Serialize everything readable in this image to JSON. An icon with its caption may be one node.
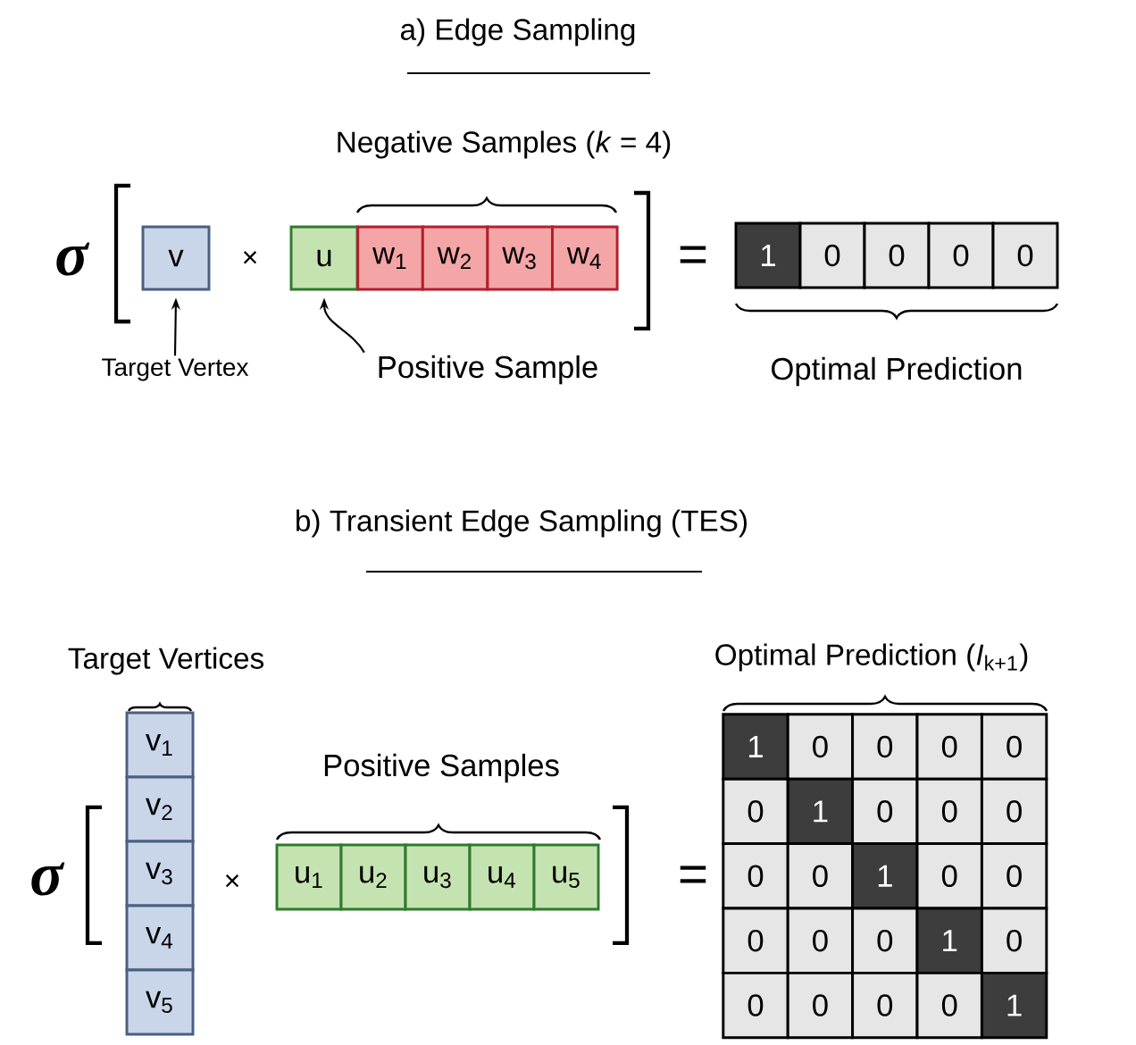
{
  "diagram": {
    "nodes": [
      {
        "text": [
          "v"
        ]
      },
      {
        "text": [
          "u"
        ]
      },
      {
        "text": [
          "w$_{1}$"
        ]
      },
      {
        "text": [
          "w$_{2}$"
        ]
      },
      {
        "text": [
          "w$_{3}$"
        ]
      },
      {
        "text": [
          "w$_{4}$"
        ]
      },
      {
        "text": [
          "1"
        ]
      },
      {
        "text": [
          "0"
        ]
      },
      {
        "text": [
          "0"
        ]
      },
      {
        "text": [
          "0"
        ]
      },
      {
        "text": [
          "0"
        ]
      },
      {
        "text": [
          "Target Vertex"
        ]
      },
      {
        "text": [
          "Positive Sample"
        ]
      },
      {
        "text": [
          "v$_{1}$"
        ]
      },
      {
        "text": [
          "v$_{2}$"
        ]
      },
      {
        "text": [
          "v$_{3}$"
        ]
      },
      {
        "text": [
          "v$_{4}$"
        ]
      },
      {
        "text": [
          "v$_{5}$"
        ]
      },
      {
        "text": [
          "u$_{1}$"
        ]
      },
      {
        "text": [
          "u$_{2}$"
        ]
      },
      {
        "text": [
          "u$_{3}$"
        ]
      },
      {
        "text": [
          "u$_{4}$"
        ]
      },
      {
        "text": [
          "u$_{5}$"
        ]
      },
      {
        "text": [
          "1"
        ]
      },
      {
        "text": [
          "0"
        ]
      },
      {
        "text": [
          "0"
        ]
      },
      {
        "text": [
          "0"
        ]
      },
      {
        "text": [
          "0"
        ]
      },
      {
        "text": [
          "0"
        ]
      },
      {
        "text": [
          "1"
        ]
      },
      {
        "text": [
          "0"
        ]
      },
      {
        "text": [
          "0"
        ]
      },
      {
        "text": [
          "0"
        ]
      },
      {
        "text": [
          "0"
        ]
      },
      {
        "text": [
          "0"
        ]
      },
      {
        "text": [
          "1"
        ]
      },
      {
        "text": [
          "0"
        ]
      },
      {
        "text": [
          "0"
        ]
      },
      {
        "text": [
          "0"
        ]
      },
      {
        "text": [
          "0"
        ]
      },
      {
        "text": [
          "0"
        ]
      },
      {
        "text": [
          "1"
        ]
      },
      {
        "text": [
          "0"
        ]
      },
      {
        "text": [
          "0"
        ]
      },
      {
        "text": [
          "0"
        ]
      },
      {
        "text": [
          "0"
        ]
      },
      {
        "text": [
          "0"
        ]
      },
      {
        "text": [
          "1"
        ]
      }
    ],
    "edges": [
      {
        "from": 11,
        "to": 0,
        "arrow": "to"
      },
      {
        "from": 12,
        "to": 1,
        "arrow": "to"
      }
    ],
    "labels": [
      "a) Edge Sampling",
      "Negative Samples (*k* = 4)",
      "σ",
      "×",
      "=",
      "Optimal Prediction",
      "b) Transient Edge Sampling (TES)",
      "Target Vertices",
      "Optimal Prediction (*I*$_{k+1}$)",
      "Positive Samples",
      "σ",
      "×",
      "="
    ]
  }
}
